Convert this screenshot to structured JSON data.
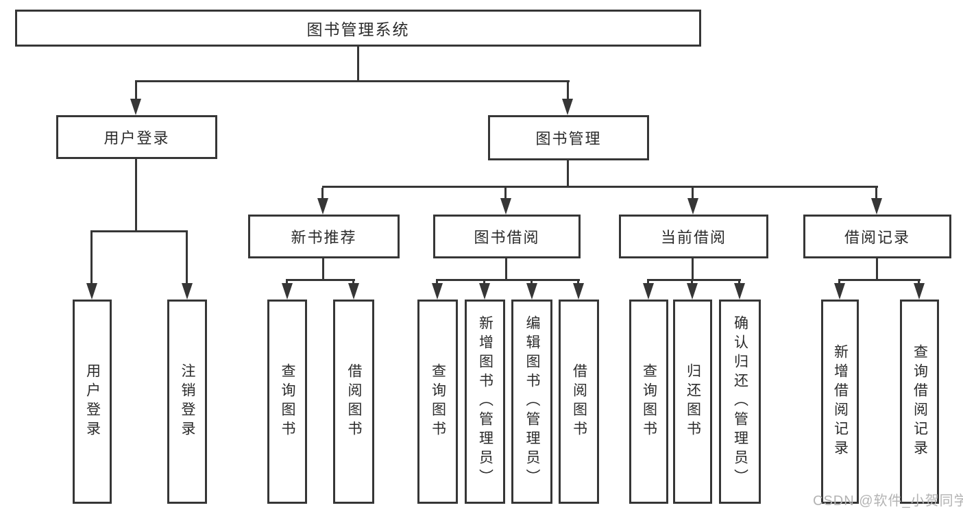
{
  "diagram": {
    "root": {
      "label": "图书管理系统"
    },
    "level2": [
      {
        "label": "用户登录"
      },
      {
        "label": "图书管理"
      }
    ],
    "level3": [
      {
        "label": "新书推荐"
      },
      {
        "label": "图书借阅"
      },
      {
        "label": "当前借阅"
      },
      {
        "label": "借阅记录"
      }
    ],
    "leaves": {
      "user_login": [
        {
          "label": "用户登录"
        },
        {
          "label": "注销登录"
        }
      ],
      "new_book_recommend": [
        {
          "label": "查询图书"
        },
        {
          "label": "借阅图书"
        }
      ],
      "book_borrow": [
        {
          "label": "查询图书"
        },
        {
          "label": "新增图书（管理员）"
        },
        {
          "label": "编辑图书（管理员）"
        },
        {
          "label": "借阅图书"
        }
      ],
      "current_borrow": [
        {
          "label": "查询图书"
        },
        {
          "label": "归还图书"
        },
        {
          "label": "确认归还（管理员）"
        }
      ],
      "borrow_records": [
        {
          "label": "新增借阅记录"
        },
        {
          "label": "查询借阅记录"
        }
      ]
    },
    "watermark": "CSDN @软件_小贺同学",
    "colors": {
      "line": "#363636",
      "text": "#2b2b2b",
      "background": "#ffffff",
      "watermark": "#b3b3b3"
    }
  }
}
